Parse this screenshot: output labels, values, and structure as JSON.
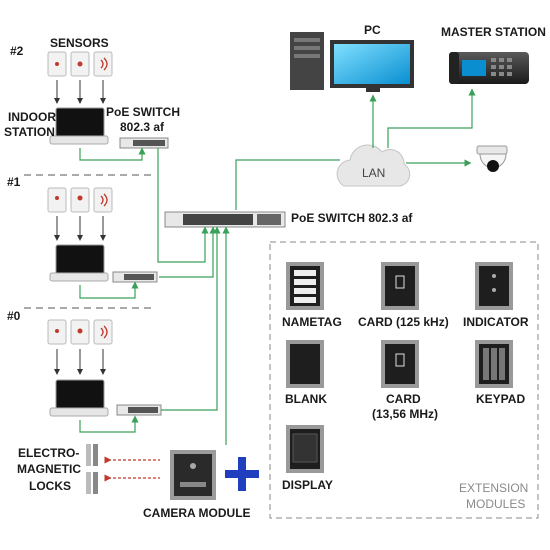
{
  "labels": {
    "floor2": "#2",
    "floor1": "#1",
    "floor0": "#0",
    "sensors": "SENSORS",
    "indoor_station_l1": "INDOOR",
    "indoor_station_l2": "STATION",
    "poe_switch_top_l1": "PoE SWITCH",
    "poe_switch_top_l2": "802.3 af",
    "poe_switch_main": "PoE SWITCH 802.3 af",
    "pc": "PC",
    "master_station": "MASTER STATION",
    "lan": "LAN",
    "locks_l1": "ELECTRO-",
    "locks_l2": "MAGNETIC",
    "locks_l3": "LOCKS",
    "camera_module": "CAMERA MODULE",
    "extension_l1": "EXTENSION",
    "extension_l2": "MODULES"
  },
  "modules": [
    {
      "id": "nametag",
      "label": "NAMETAG"
    },
    {
      "id": "card125",
      "label": "CARD (125 kHz)"
    },
    {
      "id": "indicator",
      "label": "INDICATOR"
    },
    {
      "id": "blank",
      "label": "BLANK"
    },
    {
      "id": "card1356",
      "label_l1": "CARD",
      "label_l2": "(13,56 MHz)"
    },
    {
      "id": "keypad",
      "label": "KEYPAD"
    },
    {
      "id": "display",
      "label": "DISPLAY"
    }
  ],
  "colors": {
    "lan_line": "#3aa05a",
    "lock_line": "#c0392b",
    "plus": "#1f3fbf",
    "module_frame": "#9a9a9a",
    "dashed": "#8a8a8a"
  },
  "icons": [
    "pc-tower-icon",
    "monitor-icon",
    "master-station-icon",
    "cloud-icon",
    "dome-camera-icon",
    "sensor-icon",
    "indoor-monitor-icon",
    "switch-icon",
    "lock-icon",
    "camera-module-icon",
    "plus-icon"
  ]
}
